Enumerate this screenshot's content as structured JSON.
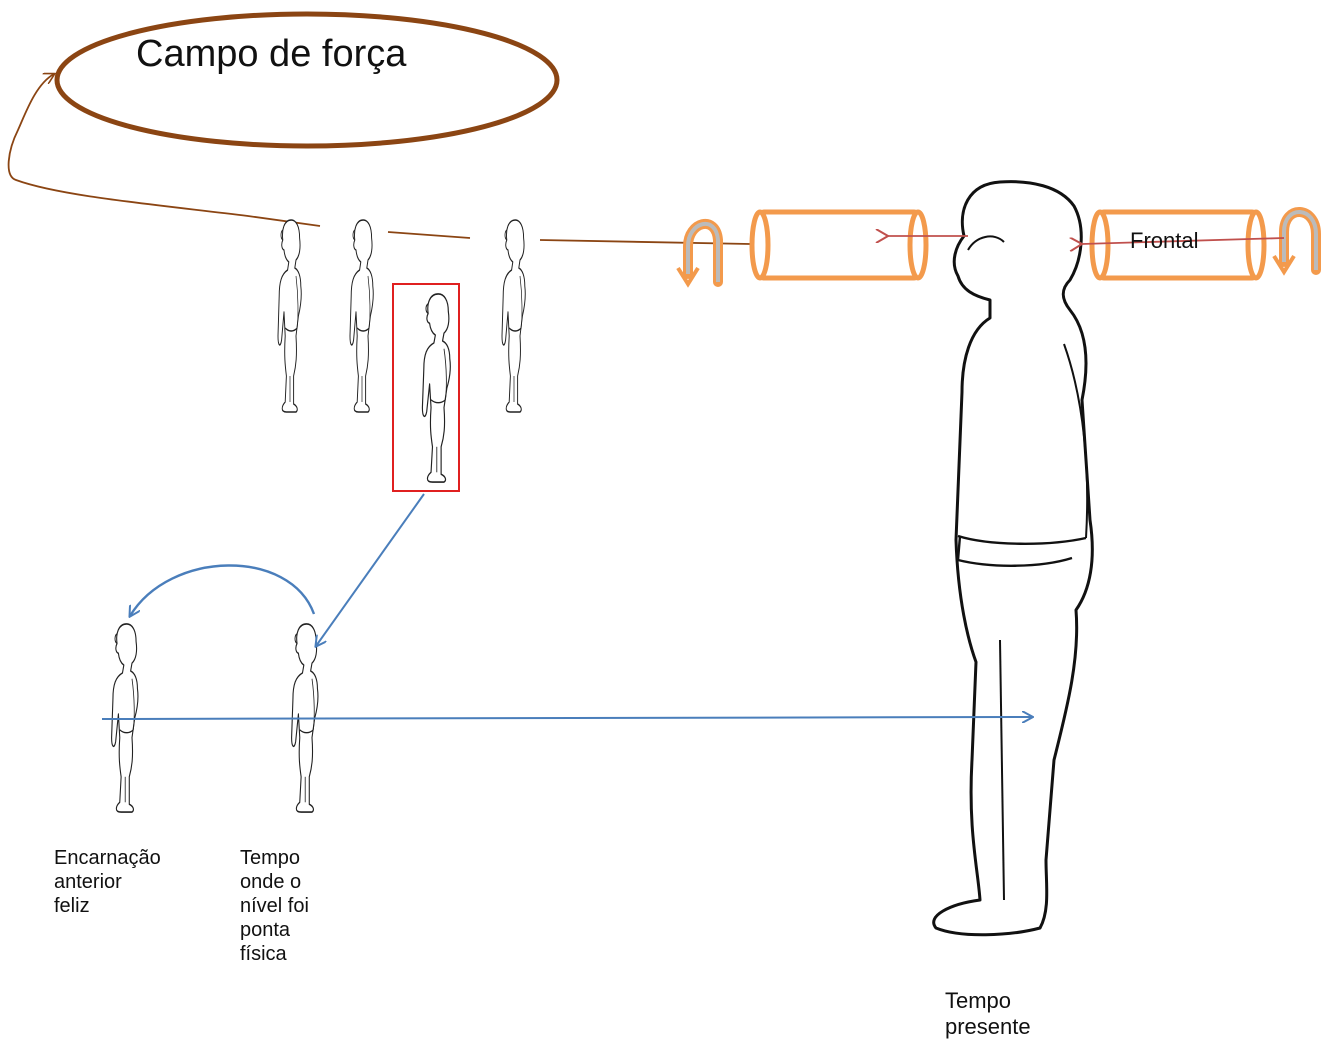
{
  "title_oval": {
    "text": "Campo de força",
    "color": "#8B4513"
  },
  "cylinder_label": "Frontal",
  "labels": {
    "previous_incarnation": "Encarnação\nanterior\nfeliz",
    "peak_time": "Tempo\nonde o\nnível foi\nponta\nfísica",
    "present_time": "Tempo\npresente"
  },
  "colors": {
    "brown_line": "#8B4513",
    "orange": "#F39A4C",
    "blue_arrow": "#4A7EBB",
    "red_arrow": "#C0504D",
    "highlight_box": "#E02020",
    "figure_stroke": "#222222"
  },
  "icons": [
    "human-figure-icon",
    "rotation-arrow-icon",
    "cylinder-icon"
  ]
}
